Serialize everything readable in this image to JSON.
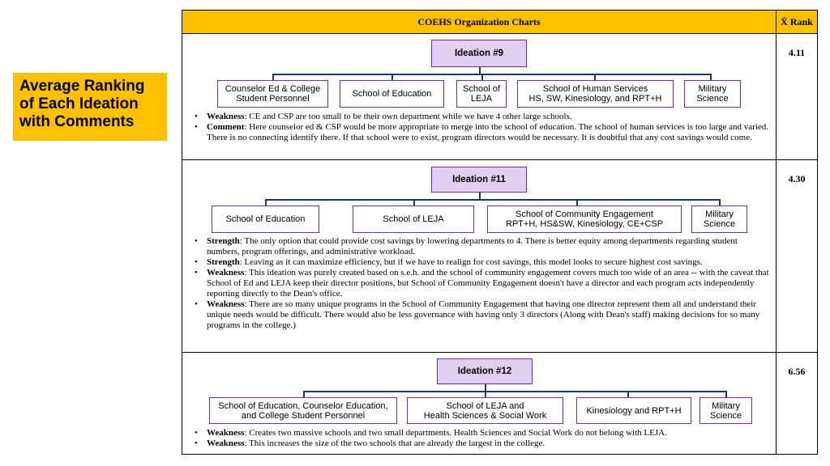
{
  "side_label": "Average Ranking of Each Ideation with Comments",
  "header": {
    "title": "COEHS Organization Charts",
    "rank_label": "X̄ Rank"
  },
  "ideations": [
    {
      "title": "Ideation #9",
      "rank": "4.11",
      "units": [
        {
          "lines": [
            "Counselor Ed & College",
            "Student Personnel"
          ]
        },
        {
          "lines": [
            "School of Education"
          ]
        },
        {
          "lines": [
            "School of",
            "LEJA"
          ]
        },
        {
          "lines": [
            "School of Human Services",
            "HS, SW, Kinesiology, and RPT+H"
          ]
        },
        {
          "lines": [
            "Military",
            "Science"
          ]
        }
      ],
      "notes": [
        {
          "label": "Weakness",
          "text": ": CE and CSP are too small to be their own department while we have 4 other large schools."
        },
        {
          "label": "Comment",
          "text": ": Here counselor ed & CSP would be more appropriate to merge into the school of education. The school of human services is too large and varied. There is no connecting identify there. If that school were to exist, program directors would be necessary. It is doubtful that any cost savings would come."
        }
      ]
    },
    {
      "title": "Ideation #11",
      "rank": "4.30",
      "units": [
        {
          "lines": [
            "School of Education"
          ]
        },
        {
          "lines": [
            "School of LEJA"
          ]
        },
        {
          "lines": [
            "School of Community Engagement",
            "RPT+H, HS&SW, Kinesiology, CE+CSP"
          ]
        },
        {
          "lines": [
            "Military",
            "Science"
          ]
        }
      ],
      "notes": [
        {
          "label": "Strength",
          "text": ": The only option that could provide cost savings by lowering departments to 4. There is better equity among departments regarding student numbers, program offerings, and administrative workload."
        },
        {
          "label": "Strength",
          "text": ": Leaving as it can maximize efficiency, but if we have to realign for cost savings, this model looks to secure highest cost savings."
        },
        {
          "label": "Weakness",
          "text": ": This ideation was purely created based on s.e.h. and the school of community engagement covers much too wide of an area -- with the caveat that School of Ed and LEJA keep their director positions, but School of Community Engagement doesn't have a director and each program acts independently reporting directly to the Dean's office."
        },
        {
          "label": "Weakness",
          "text": ": There are so many unique programs in the School of Community Engagement that having one director represent them all and understand their unique needs would be difficult. There would also be less governance with having only 3 directors (Along with Dean's staff) making decisions for so many programs in the college.)"
        }
      ]
    },
    {
      "title": "Ideation #12",
      "rank": "6.56",
      "units": [
        {
          "lines": [
            "School of Education,  Counselor Education,",
            "and College Student Personnel"
          ]
        },
        {
          "lines": [
            "School of LEJA and",
            "Health Sciences & Social Work"
          ]
        },
        {
          "lines": [
            "Kinesiology and RPT+H"
          ]
        },
        {
          "lines": [
            "Military",
            "Science"
          ]
        }
      ],
      "notes": [
        {
          "label": "Weakness",
          "text": ": Creates two massive schools and two small departments. Health Sciences and Social Work do not belong with LEJA."
        },
        {
          "label": "Weakness",
          "text": ": This increases the size of the two schools that are already the largest in the college."
        }
      ]
    }
  ]
}
